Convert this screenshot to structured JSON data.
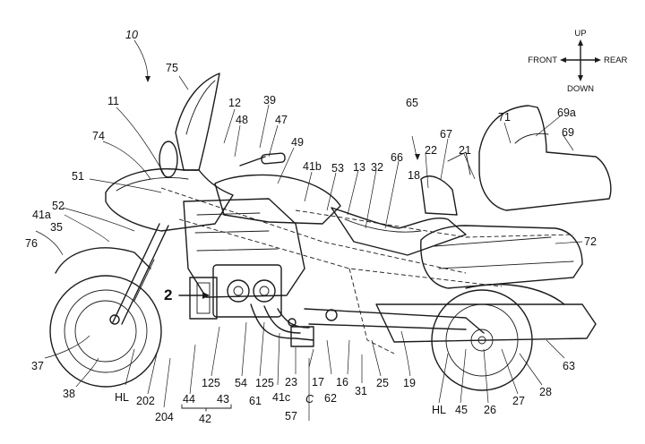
{
  "compass": {
    "up": "UP",
    "down": "DOWN",
    "front": "FRONT",
    "rear": "REAR"
  },
  "section_marker": "2",
  "labels": {
    "l10": "10",
    "l75": "75",
    "l11": "11",
    "l74": "74",
    "l12": "12",
    "l39": "39",
    "l48": "48",
    "l47": "47",
    "l49": "49",
    "l65": "65",
    "l71": "71",
    "l69a": "69a",
    "l69": "69",
    "l67": "67",
    "l66": "66",
    "l22": "22",
    "l21": "21",
    "l18": "18",
    "l32": "32",
    "l13": "13",
    "l53": "53",
    "l41b": "41b",
    "l51": "51",
    "l52": "52",
    "l41a": "41a",
    "l35": "35",
    "l76": "76",
    "l72": "72",
    "l37": "37",
    "l38": "38",
    "hl_front": "HL",
    "l202": "202",
    "l204": "204",
    "l44": "44",
    "l43": "43",
    "l42": "42",
    "l125a": "125",
    "l54": "54",
    "l125b": "125",
    "l61": "61",
    "l41c": "41c",
    "l23": "23",
    "l17": "17",
    "l16": "16",
    "lC": "C",
    "l62": "62",
    "l57": "57",
    "l31": "31",
    "l25": "25",
    "l19": "19",
    "hl_rear": "HL",
    "l45": "45",
    "l26": "26",
    "l27": "27",
    "l28": "28",
    "l63": "63"
  }
}
